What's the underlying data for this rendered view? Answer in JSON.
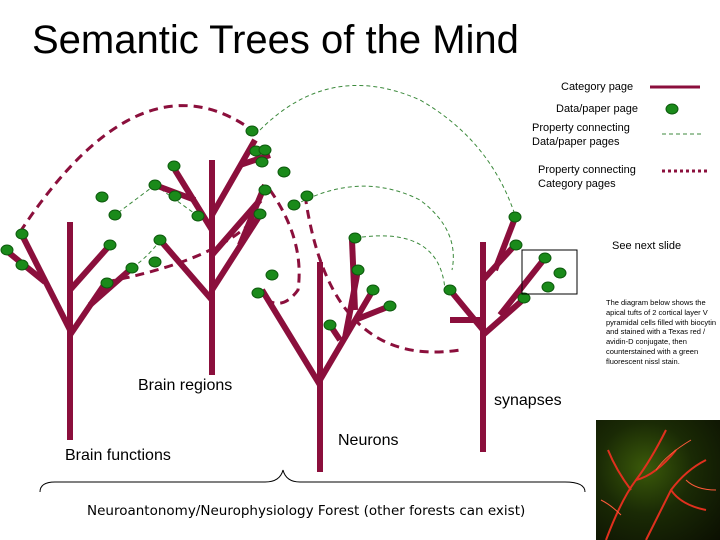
{
  "title": "Semantic Trees of the Mind",
  "legend": {
    "category_page": "Category page",
    "data_paper_page": "Data/paper page",
    "property_data_line1": "Property connecting",
    "property_data_line2": "Data/paper pages",
    "property_category_line1": "Property connecting",
    "property_category_line2": "Category pages"
  },
  "see_next_slide": "See next slide",
  "labels": {
    "brain_regions": "Brain regions",
    "brain_functions": "Brain functions",
    "neurons": "Neurons",
    "synapses": "synapses",
    "forest": "Neuroantonomy/Neurophysiology Forest (other forests can exist)"
  },
  "note": "The diagram below shows the apical tufts of 2 cortical layer V pyramidal cells filled with biocytin and stained with a Texas red / avidin-D conjugate, then counterstained with a green fluorescent nissl stain.",
  "colors": {
    "category": "#8b0f3c",
    "leaf": "#1a8a1a",
    "leaf_outline": "#0d5a0d",
    "data_link": "#3c8a3c"
  }
}
